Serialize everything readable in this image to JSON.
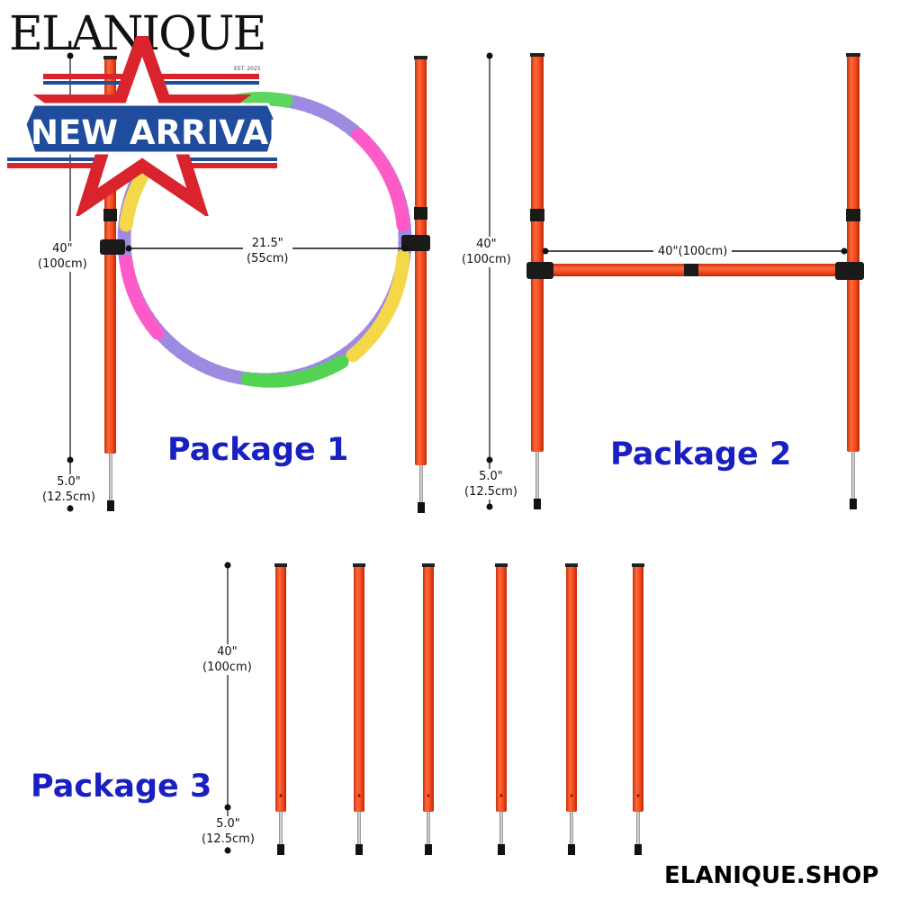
{
  "brand": {
    "logo_text": "ELANIQUE",
    "established": "EST. 2025",
    "badge_text": "NEW ARRIVAL",
    "website": "ELANIQUE.SHOP",
    "colors": {
      "badge_blue": "#1f4c9c",
      "badge_red": "#d9232d",
      "pole_orange": "#f24a1d",
      "package_label": "#1a1fc2"
    }
  },
  "packages": [
    {
      "label": "Package 1",
      "pole_height": [
        "40\"",
        "(100cm)"
      ],
      "spike_length": [
        "5.0\"",
        "(12.5cm)"
      ],
      "hoop_diameter": [
        "21.5\"",
        "(55cm)"
      ]
    },
    {
      "label": "Package 2",
      "pole_height": [
        "40\"",
        "(100cm)"
      ],
      "spike_length": [
        "5.0\"",
        "(12.5cm)"
      ],
      "crossbar_length": "40\"(100cm)"
    },
    {
      "label": "Package 3",
      "pole_height": [
        "40\"",
        "(100cm)"
      ],
      "spike_length": [
        "5.0\"",
        "(12.5cm)"
      ],
      "pole_count": 6
    }
  ]
}
